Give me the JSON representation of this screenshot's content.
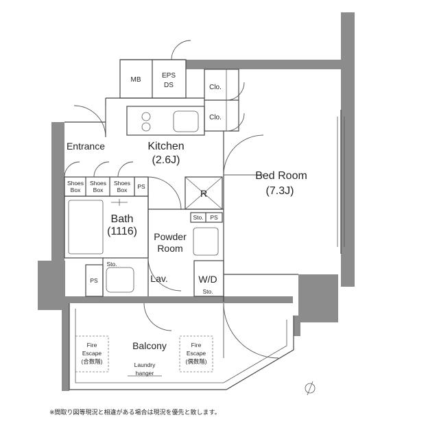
{
  "rooms": {
    "mb": "MB",
    "eps": "EPS",
    "ds": "DS",
    "clo1": "Clo.",
    "clo2": "Clo.",
    "entrance": "Entrance",
    "kitchen": "Kitchen",
    "kitchen_size": "(2.6J)",
    "bedroom": "Bed Room",
    "bedroom_size": "(7.3J)",
    "shoes": "Shoes",
    "box": "Box",
    "ps1": "PS",
    "ps2": "PS",
    "ps3": "PS",
    "r": "R",
    "sto1": "Sto.",
    "sto2": "Sto.",
    "sto3": "Sto.",
    "bath": "Bath",
    "bath_size": "(1116)",
    "powder1": "Powder",
    "powder2": "Room",
    "lav": "Lav.",
    "wd": "W/D",
    "balcony": "Balcony",
    "fire": "Fire",
    "escape": "Escape",
    "fire_left_note": "(合数階)",
    "fire_right_note": "(偶数階)",
    "laundry1": "Laundry",
    "laundry2": "hanger"
  },
  "note": "※間取り図等現況と相違がある場合は現況を優先と致します。"
}
